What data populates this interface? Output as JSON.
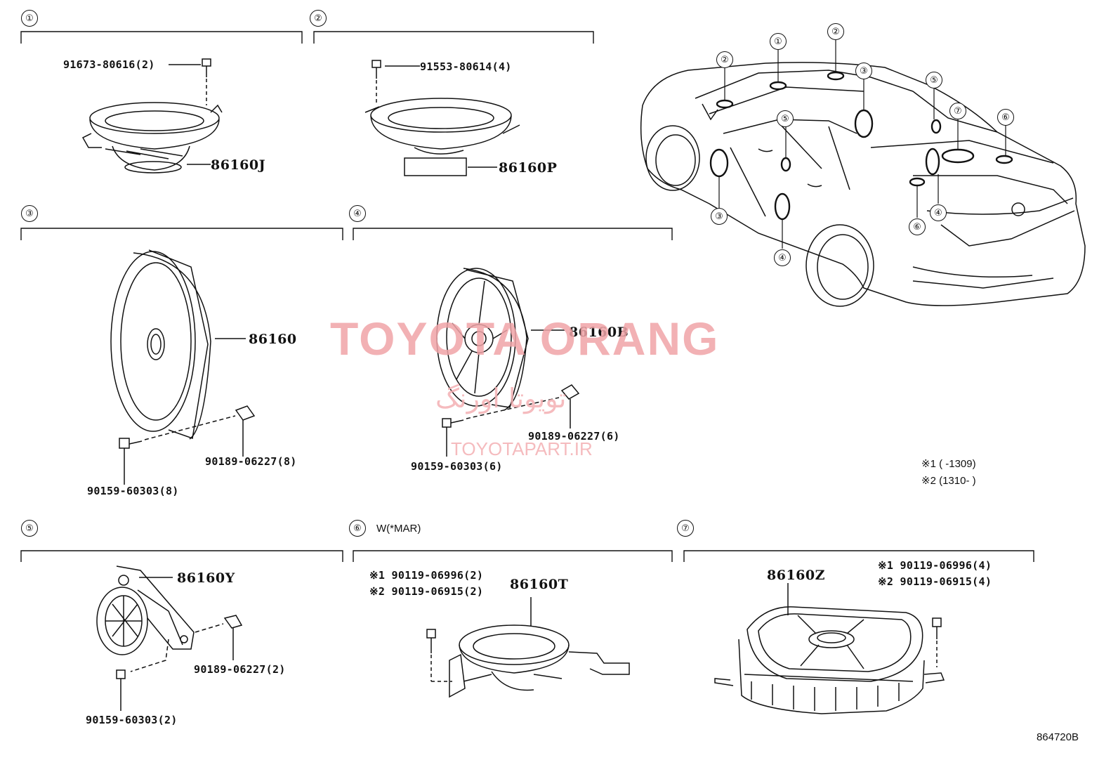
{
  "sections": [
    {
      "num": "①"
    },
    {
      "num": "②"
    },
    {
      "num": "③"
    },
    {
      "num": "④"
    },
    {
      "num": "⑤"
    },
    {
      "num": "⑥"
    },
    {
      "num": "⑦"
    }
  ],
  "section6_label": "W(*MAR)",
  "labels": {
    "s1_bolt": "91673-80616(2)",
    "s1_part": "86160J",
    "s2_bolt": "91553-80614(4)",
    "s2_part": "86160P",
    "s3_part": "86160",
    "s3_nut": "90189-06227(8)",
    "s3_screw": "90159-60303(8)",
    "s4_part": "86160B",
    "s4_nut": "90189-06227(6)",
    "s4_screw": "90159-60303(6)",
    "s5_part": "86160Y",
    "s5_nut": "90189-06227(2)",
    "s5_screw": "90159-60303(2)",
    "s6_part": "86160T",
    "s6_bolt1": "※1 90119-06996(2)",
    "s6_bolt2": "※2 90119-06915(2)",
    "s7_part": "86160Z",
    "s7_bolt1": "※1 90119-06996(4)",
    "s7_bolt2": "※2 90119-06915(4)"
  },
  "notes": {
    "n1": "※1 (      -1309)",
    "n2": "※2 (1310-      )"
  },
  "car_callouts": {
    "c2a": "②",
    "c1": "①",
    "c2b": "②",
    "c3a": "③",
    "c5a": "⑤",
    "c7": "⑦",
    "c6a": "⑥",
    "c5b": "⑤",
    "c3b": "③",
    "c4a": "④",
    "c6b": "⑥",
    "c4b": "④"
  },
  "watermark": {
    "brand": "TOYOTA ORANG",
    "arabic": "تویوتا اورنگ",
    "site": "TOYOTAPART.IR"
  },
  "figure_id": "864720B"
}
